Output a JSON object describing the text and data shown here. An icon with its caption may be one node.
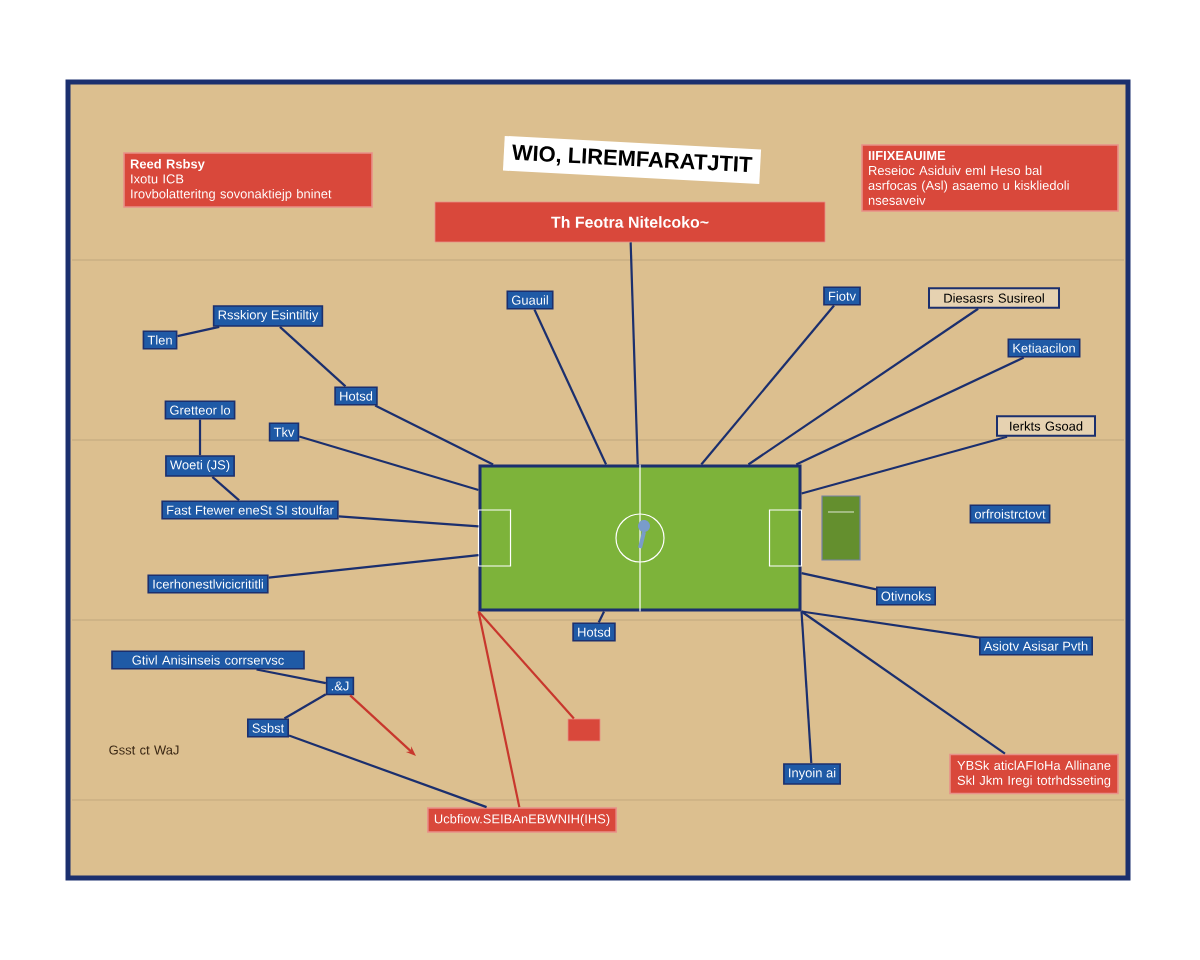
{
  "diagram": {
    "title": "WIO, LIREMFARATJTIT",
    "nodes": [
      {
        "text": [
          "Th Feotra Nitelcoko~"
        ]
      },
      {
        "text": [
          "Reed Rsbsy",
          "Ixotu ICB",
          "Irovbolatteritng sovonaktiejp bninet"
        ]
      },
      {
        "text": [
          "IIFIXEAUIME",
          "Reseioc Asiduiv eml Heso bal",
          "asrfocas (Asl) asaemo u kiskliedoli nsesaveiv"
        ]
      },
      {
        "text": [
          "Rsskiory Esintiltiy"
        ]
      },
      {
        "text": [
          "Tlen"
        ]
      },
      {
        "text": [
          "Guauil"
        ]
      },
      {
        "text": [
          "Fiotv"
        ]
      },
      {
        "text": [
          "Diesasrs Susireol"
        ]
      },
      {
        "text": [
          "Ketiaacilon"
        ]
      },
      {
        "text": [
          "Hotsd"
        ]
      },
      {
        "text": [
          "Gretteor lo"
        ]
      },
      {
        "text": [
          "Tkv"
        ]
      },
      {
        "text": [
          "Woeti (JS)"
        ]
      },
      {
        "text": [
          "Fast Ftewer eneSt SI stoulfar"
        ]
      },
      {
        "text": [],
        "shape": "picture"
      },
      {
        "text": [
          "Ierkts Gsoad"
        ]
      },
      {
        "text": [
          "orfroistrctovt"
        ]
      },
      {
        "text": [
          "Icerhonestlvicicrititli"
        ]
      },
      {
        "text": [
          "Hotsd"
        ]
      },
      {
        "text": [
          "Otivnoks"
        ]
      },
      {
        "text": [
          "Gtivl Anisinseis corrservsc"
        ]
      },
      {
        "text": [
          ".&J"
        ]
      },
      {
        "text": [
          "Asiotv Asisar Pvth"
        ]
      },
      {
        "text": [
          "Ssbst"
        ]
      },
      {
        "text": [],
        "shape": "bar"
      },
      {
        "text": [
          "Inyoin ai"
        ]
      },
      {
        "text": [
          "YBSk aticlAFIoHa Allinane Skl Jkm Iregi totrhdsseting"
        ]
      },
      {
        "text": [
          "Ucbfiow.SEIBAnEBWNIH(IHS)"
        ]
      }
    ],
    "edges": [
      {
        "from": 0,
        "to": 14,
        "arrow": "none"
      },
      {
        "from": 5,
        "to": 14,
        "arrow": "none"
      },
      {
        "from": 6,
        "to": 14,
        "arrow": "none"
      },
      {
        "from": 7,
        "to": 14,
        "arrow": "none"
      },
      {
        "from": 8,
        "to": 14,
        "arrow": "none"
      },
      {
        "from": 3,
        "to": 9,
        "arrow": "none"
      },
      {
        "from": 4,
        "to": 3,
        "arrow": "none"
      },
      {
        "from": 9,
        "to": 14,
        "arrow": "none"
      },
      {
        "from": 10,
        "to": 12,
        "arrow": "none"
      },
      {
        "from": 11,
        "to": 14,
        "arrow": "none"
      },
      {
        "from": 12,
        "to": 13,
        "arrow": "none"
      },
      {
        "from": 13,
        "to": 14,
        "arrow": "none"
      },
      {
        "from": 17,
        "to": 14,
        "arrow": "none"
      },
      {
        "from": 15,
        "to": 14,
        "arrow": "none"
      },
      {
        "from": 19,
        "to": 14,
        "arrow": "none"
      },
      {
        "from": 22,
        "to": 14,
        "arrow": "none"
      },
      {
        "from": 20,
        "to": 21,
        "arrow": "none"
      },
      {
        "from": 21,
        "to": 23,
        "arrow": "none"
      },
      {
        "from": 23,
        "to": 27,
        "arrow": "none"
      },
      {
        "from": 21,
        "to": null,
        "arrow": "to",
        "color": "#c8372d"
      },
      {
        "from": 14,
        "to": 27,
        "arrow": "none",
        "color": "#c8372d"
      },
      {
        "from": 14,
        "to": 24,
        "arrow": "none",
        "color": "#c8372d"
      },
      {
        "from": 14,
        "to": 25,
        "arrow": "none"
      },
      {
        "from": 14,
        "to": 26,
        "arrow": "none"
      },
      {
        "from": 18,
        "to": 14,
        "arrow": "none"
      }
    ],
    "labels": [
      "Gsst ct WaJ"
    ]
  }
}
